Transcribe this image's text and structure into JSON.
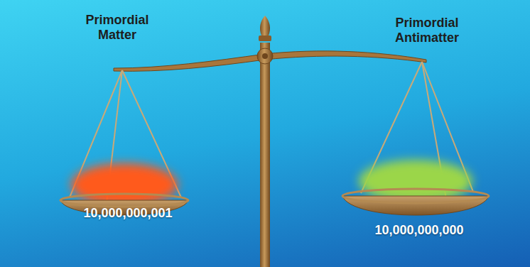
{
  "diagram": {
    "labels": [
      "Primordial Matter",
      "Primordial Antimatter",
      "10,000,000,001",
      "10,000,000,000"
    ]
  }
}
